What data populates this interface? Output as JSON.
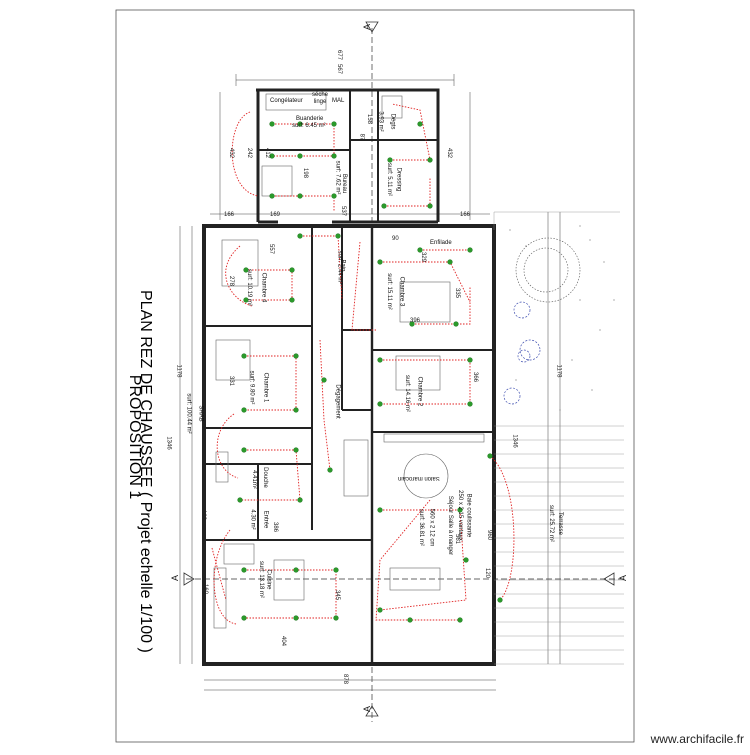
{
  "plan": {
    "title": "PLAN REZ DE CHAUSSEE ( Projet echelle 1/100 )",
    "subtitle": "PROPOSITION 1"
  },
  "rooms": {
    "congelateur": "Congélateur",
    "seche_linge": "séche linge",
    "mal": "MAL",
    "buanderie": "Buanderie",
    "buanderie_surf": "surf: 6.45 m²",
    "degts": "Dégts",
    "degts_surf": "3.93 m²",
    "bureau": "Bureau",
    "bureau_surf": "surf: 7.62 m²",
    "dressing": "Dressing",
    "dressing_surf": "surf: 5.11 m²",
    "enfilade": "Enfilade",
    "chambre4": "Chambre 4",
    "chambre4_surf": "surf: 10.19 m²",
    "bain": "Bain",
    "bain_surf": "surf: 2.44 m²",
    "chambre3": "Chambre 3",
    "chambre3_surf": "surf: 15.11 m²",
    "chambre1": "Chambre 1",
    "chambre1_surf": "surf: 9.80 m²",
    "shab": "SHAB",
    "shab_surf": "surf: 100.44 m²",
    "degagement": "Dégagement",
    "chambre2": "Chambre 2",
    "chambre2_surf": "surf: 14.16 m²",
    "douche": "Douche",
    "douche_surf": "4.41m²",
    "entree": "Entrée",
    "entree_surf": "4.30 m²",
    "salon": "Salon marocain",
    "sejour": "Séjour Salle à manger",
    "sejour_dims": "560 x 2 12 cm",
    "sejour_surf": "surf: 36.81 m²",
    "baie": "Baie coulissante",
    "baie2": "250 x 2 15 vantaux",
    "cuisine": "Cuisine",
    "cuisine_surf": "surf: 13.18 m²",
    "terrasse": "Terrasse",
    "terrasse_surf": "surf: 25.72 m²"
  },
  "dimensions": {
    "top_a": "677",
    "top_b": "567",
    "d432_left": "432",
    "d432_right": "432",
    "d412": "412",
    "d242": "242",
    "d198": "198",
    "d158": "158",
    "d87": "87",
    "d90": "90",
    "d166a": "166",
    "d166b": "166",
    "d169": "169",
    "d537": "537",
    "d329": "329",
    "d278": "278",
    "d557": "557",
    "d335": "335",
    "d396a": "396",
    "d331": "331",
    "d366": "366",
    "d1178_left": "1178",
    "d1178_right": "1178",
    "d1346_left": "1346",
    "d1346_right": "1346",
    "d103": "103",
    "d386": "386",
    "d345": "345",
    "d404": "404",
    "d561": "561",
    "d960": "960",
    "d120": "120",
    "d160": "160",
    "d878": "878"
  },
  "section_marks": {
    "a": "A"
  },
  "watermark": "www.archifacile.fr"
}
